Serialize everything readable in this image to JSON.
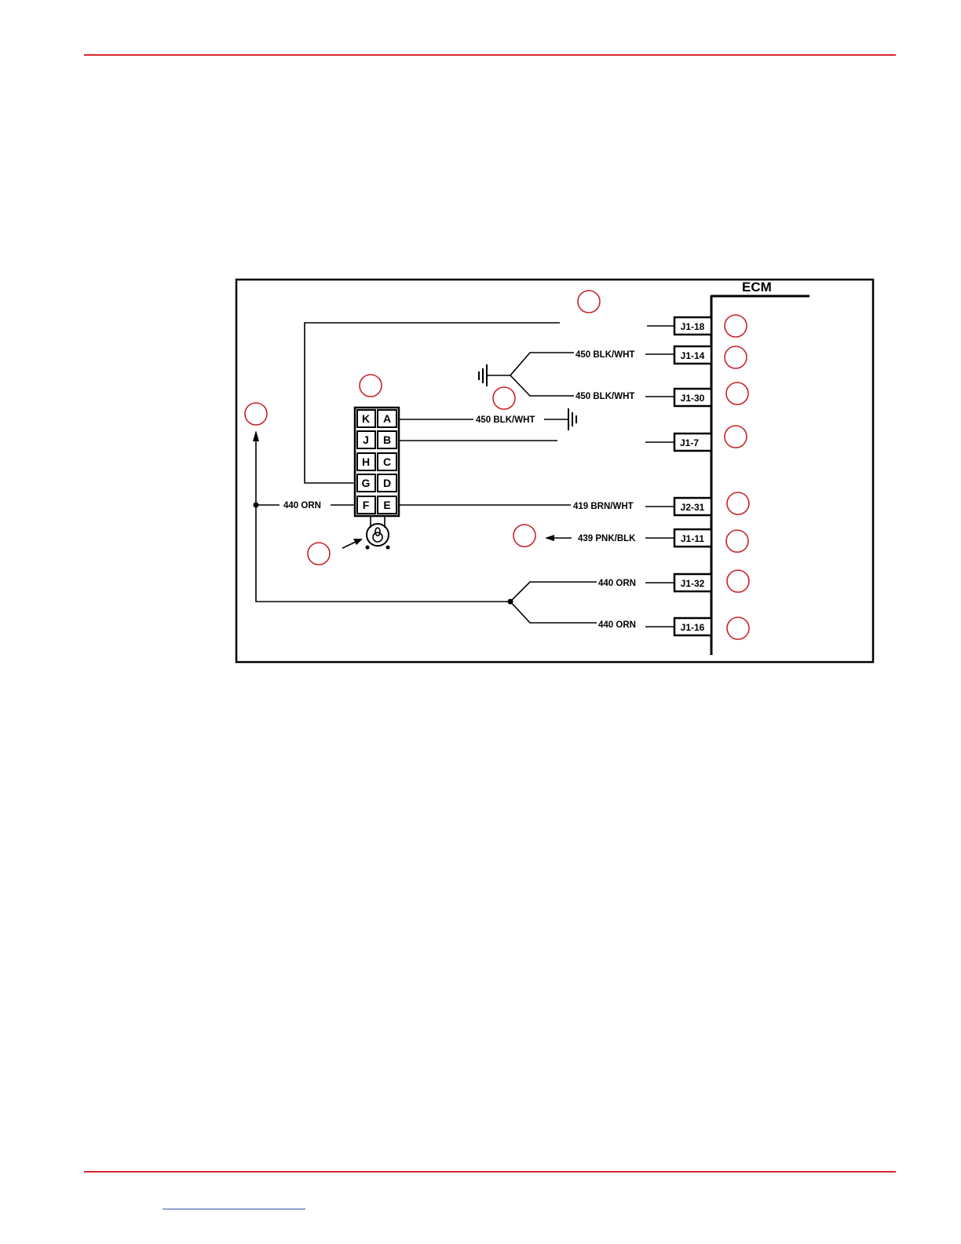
{
  "diagram": {
    "ecm_label": "ECM",
    "ecm_pins": [
      "J1-18",
      "J1-14",
      "J1-30",
      "J1-7",
      "J2-31",
      "J1-11",
      "J1-32",
      "J1-16"
    ],
    "connector_cells": [
      "K",
      "A",
      "J",
      "B",
      "H",
      "C",
      "G",
      "D",
      "F",
      "E"
    ],
    "wire_labels": {
      "j1_14": "450 BLK/WHT",
      "j1_30": "450 BLK/WHT",
      "pin_a": "450 BLK/WHT",
      "pin_f": "440 ORN",
      "j2_31": "419 BRN/WHT",
      "j1_11": "439 PNK/BLK",
      "j1_32": "440 ORN",
      "j1_16": "440 ORN"
    },
    "colors": {
      "rule": "#d9252b",
      "callout": "#c8232b",
      "line": "#000000",
      "link": "#2a4fa8"
    }
  }
}
